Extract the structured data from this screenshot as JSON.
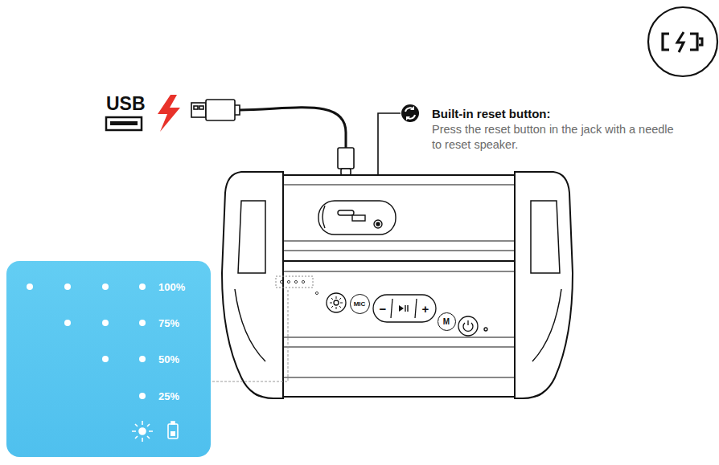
{
  "diagram": {
    "nodes": [
      {
        "text": [
          "100%",
          "75%",
          "50%",
          "25%"
        ]
      },
      {
        "text": [
          "MIC"
        ]
      },
      {
        "text": [
          "M"
        ]
      }
    ],
    "labels": [
      "USB",
      "Built-in reset button:",
      "Press the reset button in the jack with a needle to reset speaker.",
      "−",
      "+"
    ]
  }
}
